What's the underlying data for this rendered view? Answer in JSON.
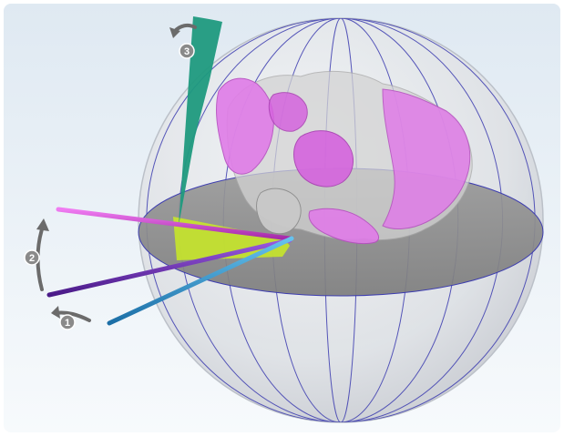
{
  "colors": {
    "frame_background": "#e9f1f7",
    "sphere_fill": "#dde1e6",
    "meridian": "#3c3cb0",
    "equator_plane": "#8b8b8b",
    "bone_gray": "#c9c9c9",
    "bone_magenta": "#e07ce8",
    "rod_magenta": "#c639c9",
    "rod_purple": "#6a2bb6",
    "rod_blue": "#2c89c7",
    "angle_wedge": "#c6e62a",
    "tilt_wedge": "#1f9a7e",
    "arrow_gray": "#6b6b6b"
  },
  "icons": [
    "curved-arrow-icon",
    "numbered-badge-icon"
  ],
  "rotation_steps": [
    {
      "number": "1",
      "description": ""
    },
    {
      "number": "2",
      "description": ""
    },
    {
      "number": "3",
      "description": ""
    }
  ]
}
